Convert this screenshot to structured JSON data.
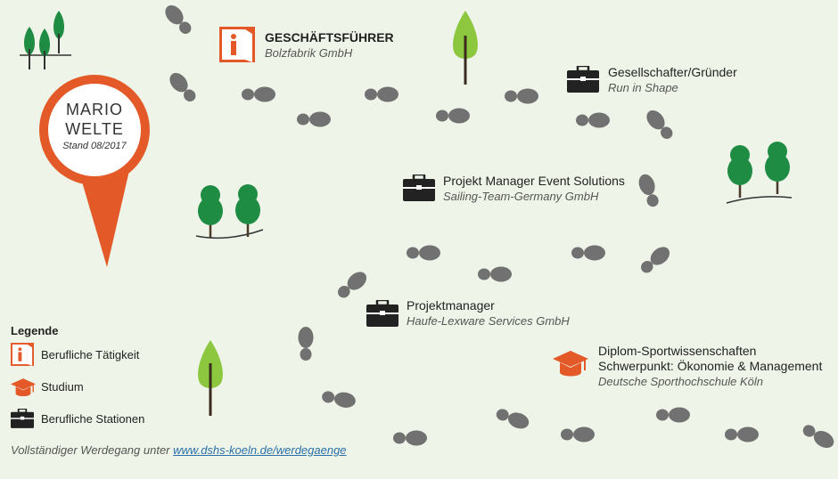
{
  "profile": {
    "name_line1": "MARIO",
    "name_line2": "WELTE",
    "date": "Stand 08/2017"
  },
  "stations": [
    {
      "title": "GESCHÄFTSFÜHRER",
      "company": "Bolzfabrik GmbH",
      "icon": "door-person-icon"
    },
    {
      "title": "Gesellschafter/Gründer",
      "company": "Run in Shape",
      "icon": "briefcase-icon"
    },
    {
      "title": "Projekt Manager Event Solutions",
      "company": "Sailing-Team-Germany GmbH",
      "icon": "briefcase-icon"
    },
    {
      "title": "Projektmanager",
      "company": "Haufe-Lexware Services GmbH",
      "icon": "briefcase-icon"
    },
    {
      "title": "Diplom-Sportwissenschaften",
      "title2": "Schwerpunkt: Ökonomie & Management",
      "company": "Deutsche Sporthochschule Köln",
      "icon": "graduation-cap-icon"
    }
  ],
  "legend": {
    "heading": "Legende",
    "items": [
      {
        "label": "Berufliche Tätigkeit",
        "icon": "door-person-icon"
      },
      {
        "label": "Studium",
        "icon": "graduation-cap-icon"
      },
      {
        "label": "Berufliche Stationen",
        "icon": "briefcase-icon"
      }
    ]
  },
  "footer": {
    "text": "Vollständiger Werdegang unter",
    "link": "www.dshs-koeln.de/werdegaenge"
  },
  "colors": {
    "background": "#eef5e8",
    "accent": "#e35a28",
    "footprint": "#717171",
    "tree_dark": "#1f8c43",
    "tree_light": "#8dc63f",
    "trunk": "#4a3a2a",
    "icon_dark": "#222222"
  }
}
